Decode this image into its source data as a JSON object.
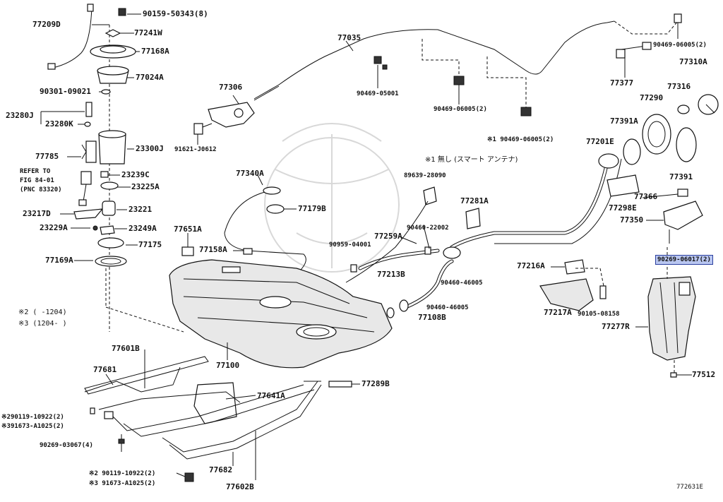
{
  "diagram_id": "772631E",
  "notes": {
    "note2": "※2 (     -1204)",
    "note3": "※3 (1204-     )",
    "note1_jp": "※1 無し (スマート アンテナ)"
  },
  "labels": [
    {
      "id": "77209D",
      "text": "77209D"
    },
    {
      "id": "90159-50343-8",
      "text": "90159-50343(8)"
    },
    {
      "id": "77241W",
      "text": "77241W"
    },
    {
      "id": "77168A",
      "text": "77168A"
    },
    {
      "id": "77024A",
      "text": "77024A"
    },
    {
      "id": "90301-09021",
      "text": "90301-09021"
    },
    {
      "id": "23280J",
      "text": "23280J"
    },
    {
      "id": "23280K",
      "text": "23280K"
    },
    {
      "id": "23300J",
      "text": "23300J"
    },
    {
      "id": "77785",
      "text": "77785"
    },
    {
      "id": "refer1",
      "text": "REFER TO"
    },
    {
      "id": "refer2",
      "text": "FIG 84-01"
    },
    {
      "id": "refer3",
      "text": "(PNC 83320)"
    },
    {
      "id": "23239C",
      "text": "23239C"
    },
    {
      "id": "23225A",
      "text": "23225A"
    },
    {
      "id": "23217D",
      "text": "23217D"
    },
    {
      "id": "23221",
      "text": "23221"
    },
    {
      "id": "23229A",
      "text": "23229A"
    },
    {
      "id": "23249A",
      "text": "23249A"
    },
    {
      "id": "77175",
      "text": "77175"
    },
    {
      "id": "77169A",
      "text": "77169A"
    },
    {
      "id": "77035",
      "text": "77035"
    },
    {
      "id": "77306",
      "text": "77306"
    },
    {
      "id": "91621-J0612",
      "text": "91621-J0612"
    },
    {
      "id": "90469-05001",
      "text": "90469-05001"
    },
    {
      "id": "90469-06005-2a",
      "text": "90469-06005(2)"
    },
    {
      "id": "90469-06005-2b",
      "text": "※1 90469-06005(2)"
    },
    {
      "id": "90469-06005-2c",
      "text": "90469-06005(2)"
    },
    {
      "id": "77377",
      "text": "77377"
    },
    {
      "id": "77310A",
      "text": "77310A"
    },
    {
      "id": "77316",
      "text": "77316"
    },
    {
      "id": "77290",
      "text": "77290"
    },
    {
      "id": "77391A",
      "text": "77391A"
    },
    {
      "id": "77201E",
      "text": "77201E"
    },
    {
      "id": "77391",
      "text": "77391"
    },
    {
      "id": "77366",
      "text": "77366"
    },
    {
      "id": "77298E",
      "text": "77298E"
    },
    {
      "id": "77350",
      "text": "77350"
    },
    {
      "id": "90269-06017-2",
      "text": "90269-06017(2)"
    },
    {
      "id": "77340A",
      "text": "77340A"
    },
    {
      "id": "89639-28090",
      "text": "89639-28090"
    },
    {
      "id": "77179B",
      "text": "77179B"
    },
    {
      "id": "77281A",
      "text": "77281A"
    },
    {
      "id": "77651A",
      "text": "77651A"
    },
    {
      "id": "77158A",
      "text": "77158A"
    },
    {
      "id": "90460-22002",
      "text": "90460-22002"
    },
    {
      "id": "77259A",
      "text": "77259A"
    },
    {
      "id": "90959-04001",
      "text": "90959-04001"
    },
    {
      "id": "77213B",
      "text": "77213B"
    },
    {
      "id": "90460-46005a",
      "text": "90460-46005"
    },
    {
      "id": "90460-46005b",
      "text": "90460-46005"
    },
    {
      "id": "77108B",
      "text": "77108B"
    },
    {
      "id": "77216A",
      "text": "77216A"
    },
    {
      "id": "77217A",
      "text": "77217A"
    },
    {
      "id": "90105-08158",
      "text": "90105-08158"
    },
    {
      "id": "77277R",
      "text": "77277R"
    },
    {
      "id": "77512",
      "text": "77512"
    },
    {
      "id": "77100",
      "text": "77100"
    },
    {
      "id": "77601B",
      "text": "77601B"
    },
    {
      "id": "77681",
      "text": "77681"
    },
    {
      "id": "77641A",
      "text": "77641A"
    },
    {
      "id": "77289B",
      "text": "77289B"
    },
    {
      "id": "90119-10922-2a",
      "text": "※290119-10922(2)"
    },
    {
      "id": "91673-A1025-2a",
      "text": "※391673-A1025(2)"
    },
    {
      "id": "90269-03067-4",
      "text": "90269-03067(4)"
    },
    {
      "id": "90119-10922-2b",
      "text": "※2 90119-10922(2)"
    },
    {
      "id": "91673-A1025-2b",
      "text": "※3 91673-A1025(2)"
    },
    {
      "id": "77682",
      "text": "77682"
    },
    {
      "id": "77602B",
      "text": "77602B"
    }
  ]
}
